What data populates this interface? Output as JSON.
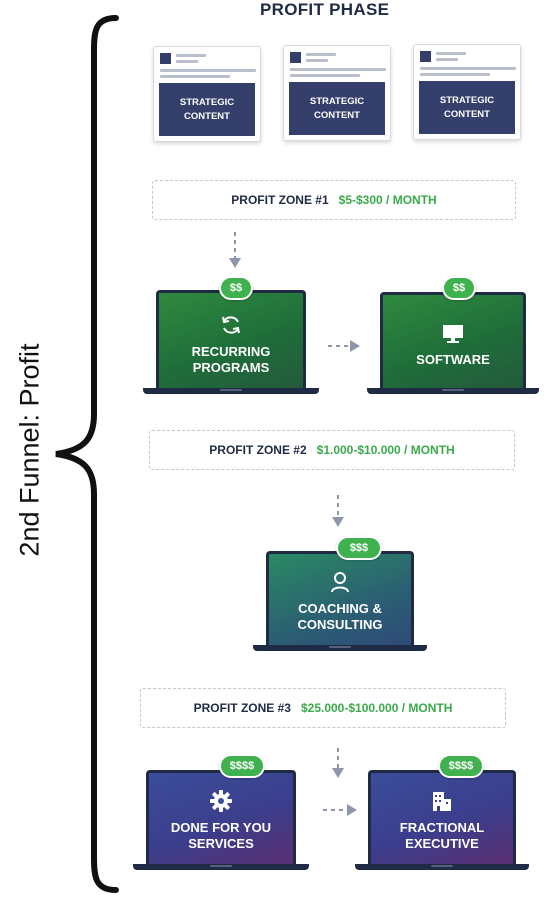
{
  "side_label": "2nd Funnel: Profit",
  "phase_title": "PROFIT PHASE",
  "content_cards": [
    {
      "label": "STRATEGIC\nCONTENT"
    },
    {
      "label": "STRATEGIC\nCONTENT"
    },
    {
      "label": "STRATEGIC\nCONTENT"
    }
  ],
  "zones": [
    {
      "label": "PROFIT ZONE #1",
      "value": "$5-$300 / MONTH"
    },
    {
      "label": "PROFIT ZONE #2",
      "value": "$1.000-$10.000 / MONTH"
    },
    {
      "label": "PROFIT ZONE #3",
      "value": "$25.000-$100.000 / MONTH"
    }
  ],
  "laptops": {
    "recurring": {
      "badge": "$$",
      "label": "RECURRING\nPROGRAMS",
      "icon": "refresh-icon"
    },
    "software": {
      "badge": "$$",
      "label": "SOFTWARE",
      "icon": "monitor-icon"
    },
    "coaching": {
      "badge": "$$$",
      "label": "COACHING &\nCONSULTING",
      "icon": "person-icon"
    },
    "done_for_you": {
      "badge": "$$$$",
      "label": "DONE FOR YOU\nSERVICES",
      "icon": "gear-icon"
    },
    "fractional": {
      "badge": "$$$$",
      "label": "FRACTIONAL\nEXECUTIVE",
      "icon": "building-icon"
    }
  },
  "colors": {
    "navy": "#1f2a44",
    "green_accent": "#3aaa4a",
    "card_blue": "#34406b",
    "arrow_gray": "#8f96ab"
  }
}
